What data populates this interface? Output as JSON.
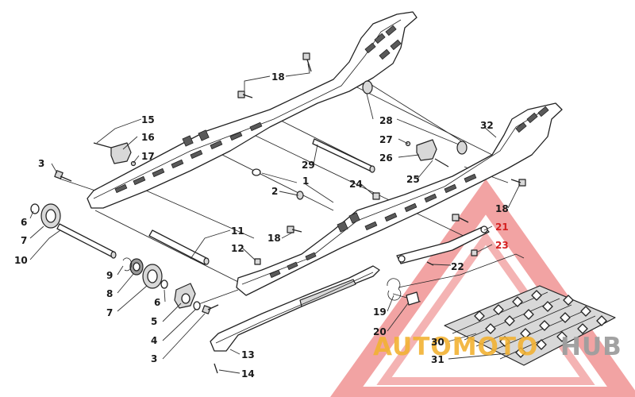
{
  "diagram": {
    "type": "exploded-parts-view",
    "callouts": [
      {
        "id": "c1",
        "label": "1"
      },
      {
        "id": "c2",
        "label": "2"
      },
      {
        "id": "c3a",
        "label": "3"
      },
      {
        "id": "c3b",
        "label": "3"
      },
      {
        "id": "c4",
        "label": "4"
      },
      {
        "id": "c5",
        "label": "5"
      },
      {
        "id": "c6a",
        "label": "6"
      },
      {
        "id": "c6b",
        "label": "6"
      },
      {
        "id": "c7a",
        "label": "7"
      },
      {
        "id": "c7b",
        "label": "7"
      },
      {
        "id": "c8",
        "label": "8"
      },
      {
        "id": "c9",
        "label": "9"
      },
      {
        "id": "c10",
        "label": "10"
      },
      {
        "id": "c11",
        "label": "11"
      },
      {
        "id": "c12",
        "label": "12"
      },
      {
        "id": "c13",
        "label": "13"
      },
      {
        "id": "c14",
        "label": "14"
      },
      {
        "id": "c15",
        "label": "15"
      },
      {
        "id": "c16",
        "label": "16"
      },
      {
        "id": "c17",
        "label": "17"
      },
      {
        "id": "c18a",
        "label": "18"
      },
      {
        "id": "c18b",
        "label": "18"
      },
      {
        "id": "c18c",
        "label": "18"
      },
      {
        "id": "c19",
        "label": "19"
      },
      {
        "id": "c20",
        "label": "20"
      },
      {
        "id": "c21",
        "label": "21"
      },
      {
        "id": "c22",
        "label": "22"
      },
      {
        "id": "c23",
        "label": "23"
      },
      {
        "id": "c24",
        "label": "24"
      },
      {
        "id": "c25",
        "label": "25"
      },
      {
        "id": "c26",
        "label": "26"
      },
      {
        "id": "c27",
        "label": "27"
      },
      {
        "id": "c28",
        "label": "28"
      },
      {
        "id": "c29",
        "label": "29"
      },
      {
        "id": "c30",
        "label": "30"
      },
      {
        "id": "c31",
        "label": "31"
      },
      {
        "id": "c32",
        "label": "32"
      }
    ]
  },
  "watermark": {
    "text_left": "AUTOMOTO",
    "text_right": "HUB",
    "color_gold": "#f2b233",
    "color_grey": "#9e9e9e",
    "color_red": "#e23a3a"
  }
}
